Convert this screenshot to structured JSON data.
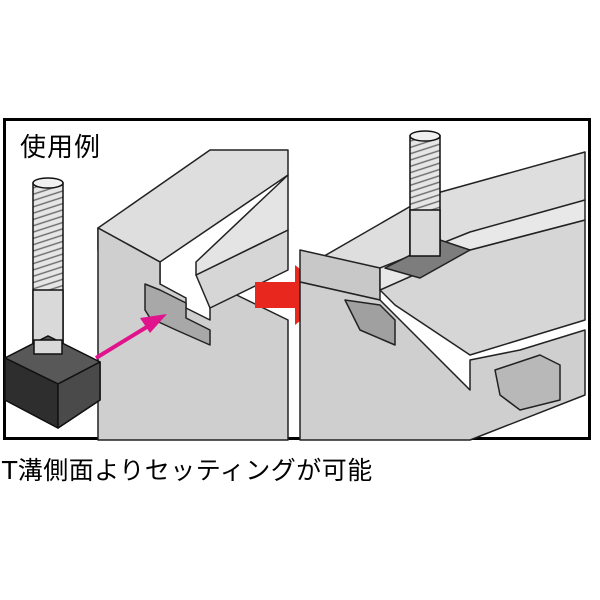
{
  "label": "使用例",
  "caption": "T溝側面よりセッティングが可能",
  "colors": {
    "frame": "#000000",
    "block_light": "#dcdcdc",
    "block_mid": "#c4c4c4",
    "block_dark": "#9a9a9a",
    "tnut": "#3a3a3a",
    "stud": "#d8d8d8",
    "pink_arrow": "#e0138c",
    "red_arrow": "#e8271e"
  },
  "icons": [
    "tslot-block",
    "tnut-stud",
    "pink-arrow",
    "red-arrow"
  ]
}
